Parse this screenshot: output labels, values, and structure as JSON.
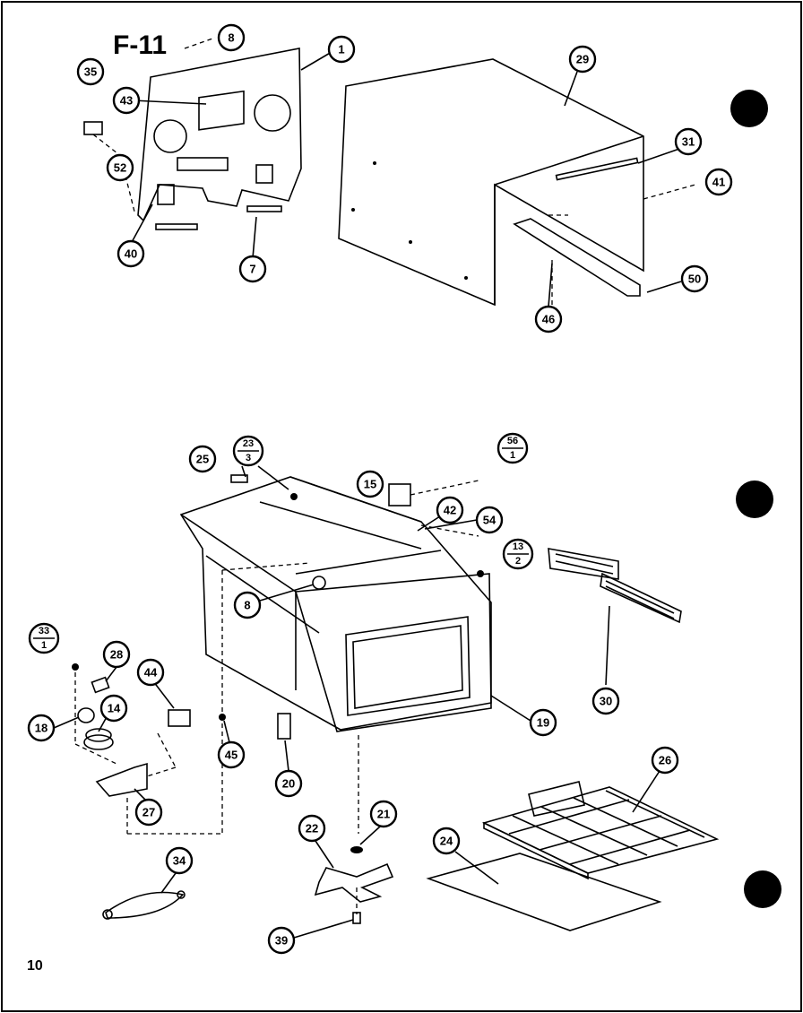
{
  "figure": {
    "title": "F-11",
    "page_number": "10"
  },
  "callouts": {
    "c1": "1",
    "c7": "7",
    "c8": "8",
    "c8b": "8",
    "c29": "29",
    "c31": "31",
    "c35": "35",
    "c40": "40",
    "c41": "41",
    "c43": "43",
    "c46": "46",
    "c50": "50",
    "c52": "52",
    "c25": "25",
    "c23_3_top": "23",
    "c23_3_bot": "3",
    "c15": "15",
    "c42": "42",
    "c54": "54",
    "c56_1_top": "56",
    "c56_1_bot": "1",
    "c13_2_top": "13",
    "c13_2_bot": "2",
    "c30": "30",
    "c19": "19",
    "c33_1_top": "33",
    "c33_1_bot": "1",
    "c28": "28",
    "c44": "44",
    "c18": "18",
    "c14": "14",
    "c45": "45",
    "c27": "27",
    "c20": "20",
    "c21": "21",
    "c22": "22",
    "c24": "24",
    "c26": "26",
    "c34": "34",
    "c39": "39"
  }
}
